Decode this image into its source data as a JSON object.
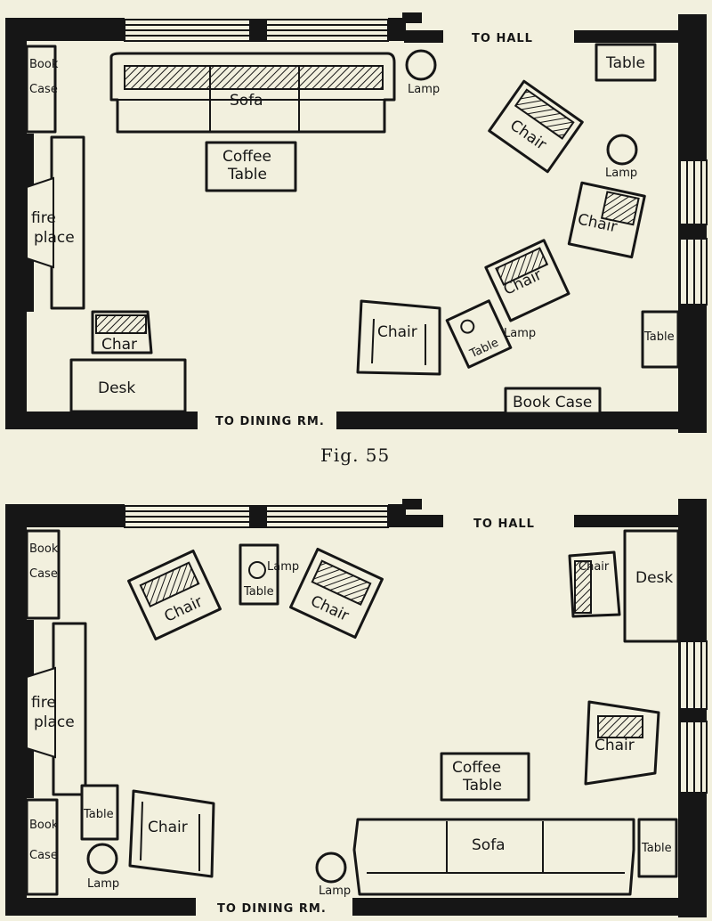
{
  "caption": "Fig. 55",
  "plan1": {
    "door_hall": "TO HALL",
    "door_dining": "TO DINING RM.",
    "bookcase_tl_1": "Book",
    "bookcase_tl_2": "Case",
    "fireplace_1": "fire",
    "fireplace_2": "place",
    "sofa": "Sofa",
    "coffee_table_1": "Coffee",
    "coffee_table_2": "Table",
    "lamp_top": "Lamp",
    "table_tr": "Table",
    "chair_a": "Chair",
    "lamp_right": "Lamp",
    "chair_b": "Chair",
    "chair_c": "Chair",
    "chair_d": "Chair",
    "table_mid": "Table",
    "lamp_mid": "Lamp",
    "table_right": "Table",
    "chair_desk": "Char",
    "desk": "Desk",
    "bookcase_bottom": "Book Case"
  },
  "plan2": {
    "door_hall": "TO HALL",
    "door_dining": "TO DINING RM.",
    "bookcase_tl_1": "Book",
    "bookcase_tl_2": "Case",
    "chair_a": "Chair",
    "lamp_top": "Lamp",
    "table_top": "Table",
    "chair_b": "Chair",
    "chair_desk": "Chair",
    "desk": "Desk",
    "fireplace_1": "fire",
    "fireplace_2": "place",
    "chair_right": "Chair",
    "coffee_table_1": "Coffee",
    "coffee_table_2": "Table",
    "bookcase_bl_1": "Book",
    "bookcase_bl_2": "Case",
    "table_left": "Table",
    "chair_left": "Chair",
    "lamp_left": "Lamp",
    "lamp_bottom": "Lamp",
    "sofa": "Sofa",
    "table_br": "Table"
  }
}
